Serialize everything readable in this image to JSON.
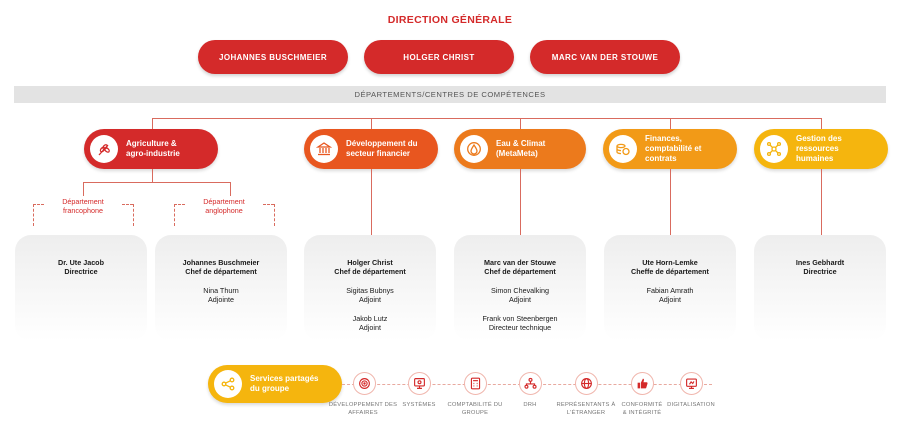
{
  "title": "DIRECTION GÉNÉRALE",
  "executives": [
    "JOHANNES BUSCHMEIER",
    "HOLGER CHRIST",
    "MARC VAN DER STOUWE"
  ],
  "departments_bar": "DÉPARTEMENTS/CENTRES DE COMPÉTENCES",
  "departments": [
    {
      "line1": "Agriculture &",
      "line2": "agro-industrie",
      "line3": "",
      "icon": "wheat-icon",
      "color": "#d42a2a"
    },
    {
      "line1": "Développement du",
      "line2": "secteur financier",
      "line3": "",
      "icon": "bank-icon",
      "color": "#e8561f"
    },
    {
      "line1": "Eau & Climat",
      "line2": "(MetaMeta)",
      "line3": "",
      "icon": "water-drop-icon",
      "color": "#ec7a1c"
    },
    {
      "line1": "Finances,",
      "line2": "comptabilité et",
      "line3": "contrats",
      "icon": "coins-icon",
      "color": "#f29a17"
    },
    {
      "line1": "Gestion des",
      "line2": "ressources",
      "line3": "humaines",
      "icon": "people-network-icon",
      "color": "#f5b50e"
    }
  ],
  "sub_departments": [
    {
      "line1": "Département",
      "line2": "francophone"
    },
    {
      "line1": "Département",
      "line2": "anglophone"
    }
  ],
  "cards": [
    {
      "name": "Dr. Ute Jacob",
      "role": "Directrice",
      "deputies": []
    },
    {
      "name": "Johannes Buschmeier",
      "role": "Chef de département",
      "deputies": [
        {
          "name": "Nina Thurn",
          "role": "Adjointe"
        }
      ]
    },
    {
      "name": "Holger Christ",
      "role": "Chef de département",
      "deputies": [
        {
          "name": "Sigitas Bubnys",
          "role": "Adjoint"
        },
        {
          "name": "Jakob Lutz",
          "role": "Adjoint"
        }
      ]
    },
    {
      "name": "Marc van der Stouwe",
      "role": "Chef de département",
      "deputies": [
        {
          "name": "Simon Chevalking",
          "role": "Adjoint"
        },
        {
          "name": "Frank von Steenbergen",
          "role": "Directeur technique"
        }
      ]
    },
    {
      "name": "Ute Horn-Lemke",
      "role": "Cheffe de département",
      "deputies": [
        {
          "name": "Fabian Amrath",
          "role": "Adjoint"
        }
      ]
    },
    {
      "name": "Ines Gebhardt",
      "role": "Directrice",
      "deputies": []
    }
  ],
  "shared_services": {
    "line1": "Services partagés",
    "line2": "du groupe",
    "icon": "share-icon",
    "items": [
      {
        "line1": "DÉVELOPPEMENT DES",
        "line2": "AFFAIRES",
        "icon": "target-icon"
      },
      {
        "line1": "SYSTÈMES",
        "line2": "",
        "icon": "systems-icon"
      },
      {
        "line1": "COMPTABILITÉ DU",
        "line2": "GROUPE",
        "icon": "calculator-icon"
      },
      {
        "line1": "DRH",
        "line2": "",
        "icon": "org-icon"
      },
      {
        "line1": "REPRÉSENTANTS À",
        "line2": "L'ÉTRANGER",
        "icon": "globe-icon"
      },
      {
        "line1": "CONFORMITÉ",
        "line2": "& INTÉGRITÉ",
        "icon": "thumbs-up-icon"
      },
      {
        "line1": "DIGITALISATION",
        "line2": "",
        "icon": "digital-icon"
      }
    ]
  }
}
